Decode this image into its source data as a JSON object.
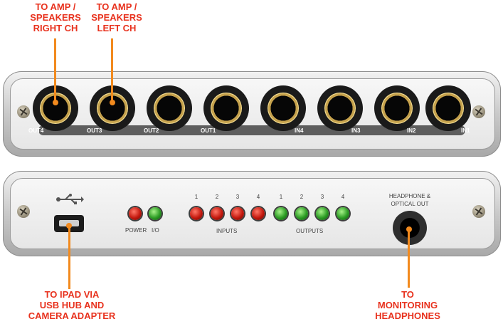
{
  "callouts": {
    "right_ch": "TO AMP /\nSPEAKERS\nRIGHT CH",
    "left_ch": "TO AMP /\nSPEAKERS\nLEFT CH",
    "ipad": "TO IPAD VIA\nUSB HUB AND\nCAMERA ADAPTER",
    "headphones": "TO\nMONITORING\nHEADPHONES"
  },
  "front_panel": {
    "jacks": [
      "OUT4",
      "OUT3",
      "OUT2",
      "OUT1",
      "IN4",
      "IN3",
      "IN2",
      "IN1"
    ]
  },
  "rear_panel": {
    "power_label": "POWER",
    "io_label": "I/O",
    "inputs_label": "INPUTS",
    "outputs_label": "OUTPUTS",
    "input_numbers": [
      "1",
      "2",
      "3",
      "4"
    ],
    "output_numbers": [
      "1",
      "2",
      "3",
      "4"
    ],
    "headphone_label": "HEADPHONE &\nOPTICAL OUT"
  },
  "colors": {
    "callout_text": "#e8321e",
    "leader_line": "#f28a1e",
    "led_red": "#c4180e",
    "led_green": "#2c9c24"
  },
  "icons": [
    "usb-icon",
    "screw-icon"
  ]
}
